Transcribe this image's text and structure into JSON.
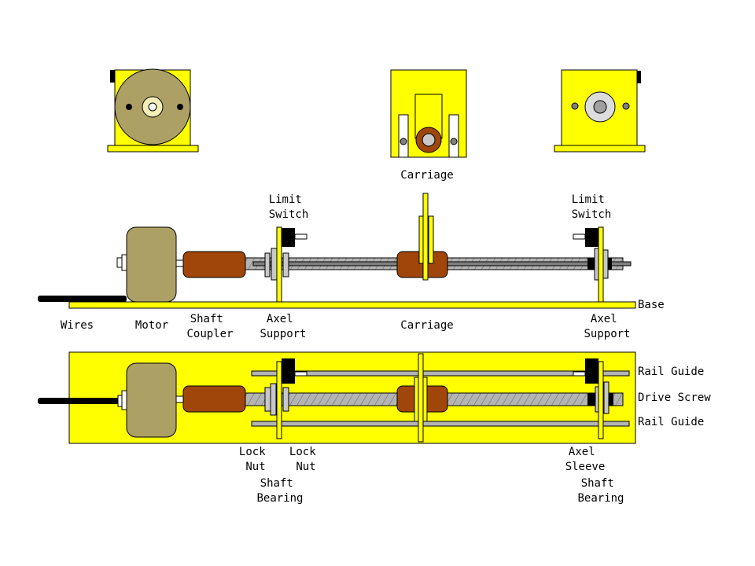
{
  "colors": {
    "yellow": "#ffff00",
    "motor": "#aca065",
    "brown": "#a0460a",
    "screw": "#b4b4b4",
    "black": "#000000",
    "end_view_face": "#aca065"
  },
  "icons": [
    "hatched-drive-screw",
    "lock-nut",
    "limit-switch",
    "axel-sleeve"
  ],
  "end_view": {
    "carriage_label": "Carriage"
  },
  "side_view": {
    "limit_switch_left": [
      "Limit",
      "Switch"
    ],
    "limit_switch_right": [
      "Limit",
      "Switch"
    ],
    "base": "Base",
    "wires": "Wires",
    "motor": "Motor",
    "shaft_coupler": [
      "Shaft",
      "Coupler"
    ],
    "axel_support_left": [
      "Axel",
      "Support"
    ],
    "carriage": "Carriage",
    "axel_support_right": [
      "Axel",
      "Support"
    ]
  },
  "top_view": {
    "rail_guide_top": "Rail Guide",
    "drive_screw": "Drive Screw",
    "rail_guide_bottom": "Rail Guide",
    "lock_nut_left": [
      "Lock",
      "Nut"
    ],
    "lock_nut_right": [
      "Lock",
      "Nut"
    ],
    "shaft_bearing_left": [
      "Shaft",
      "Bearing"
    ],
    "axel_sleeve": [
      "Axel",
      "Sleeve"
    ],
    "shaft_bearing_right": [
      "Shaft",
      "Bearing"
    ]
  }
}
